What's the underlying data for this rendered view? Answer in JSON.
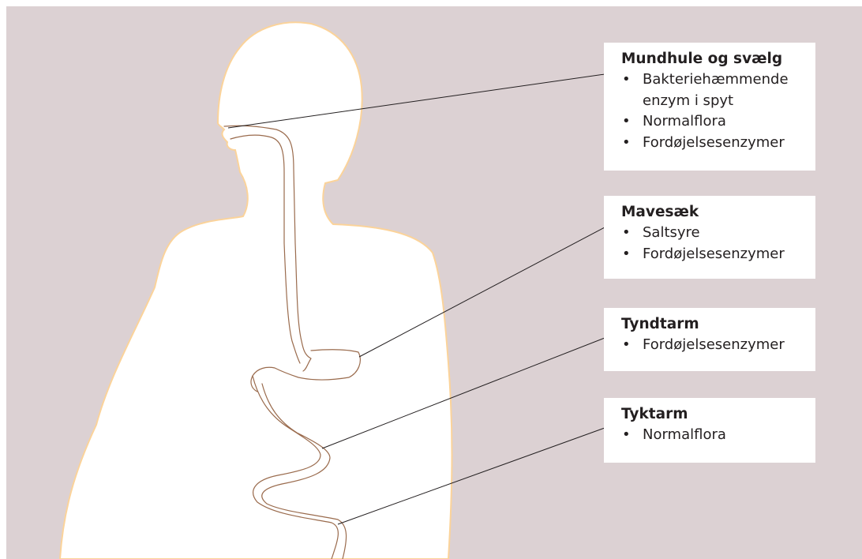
{
  "colors": {
    "background": "#dcd1d3",
    "silhouette_fill": "#ffffff",
    "silhouette_outline": "#fbd39a",
    "tract_outline": "#9a6b4d",
    "leader_line": "#231f20"
  },
  "labels": [
    {
      "id": "mouth",
      "title": "Mundhule og svælg",
      "items": [
        "Bakteriehæmmende enzym i spyt",
        "Normalflora",
        "Fordøjelsesenzymer"
      ]
    },
    {
      "id": "stomach",
      "title": "Mavesæk",
      "items": [
        "Saltsyre",
        "Fordøjelsesenzymer"
      ]
    },
    {
      "id": "small-intestine",
      "title": "Tyndtarm",
      "items": [
        "Fordøjelsesenzymer"
      ]
    },
    {
      "id": "large-intestine",
      "title": "Tyktarm",
      "items": [
        "Normalflora"
      ]
    }
  ]
}
